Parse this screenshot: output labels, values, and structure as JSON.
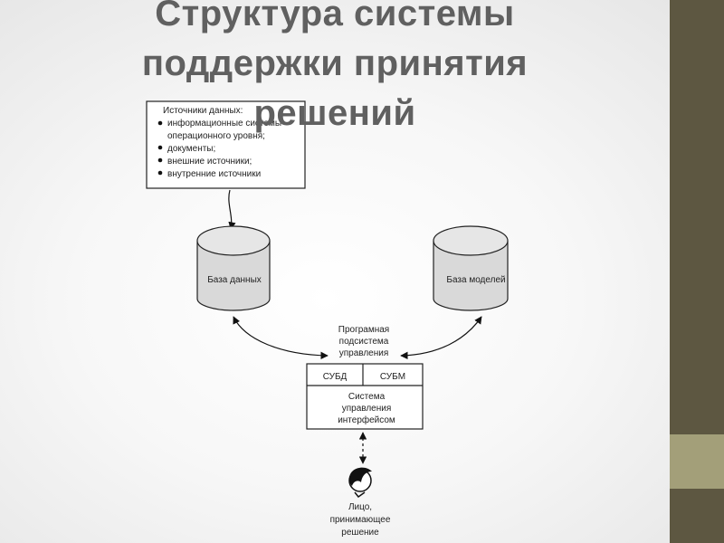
{
  "title": {
    "line1": "Структура системы",
    "line2": "поддержки принятия",
    "line3": "решений"
  },
  "sources_box": {
    "heading": "Источники данных:",
    "items": [
      "информационные системы",
      "операционного уровня;",
      "документы;",
      "внешние источники;",
      "внутренние источники"
    ]
  },
  "database_label": "База данных",
  "model_base_label": "База моделей",
  "control_subsystem": {
    "line1": "Програмная",
    "line2": "подсистема",
    "line3": "управления"
  },
  "dbms_label": "СУБД",
  "mbms_label": "СУБМ",
  "interface_system": {
    "line1": "Система",
    "line2": "управления",
    "line3": "интерфейсом"
  },
  "decision_maker": {
    "line1": "Лицо,",
    "line2": "принимающее",
    "line3": "решение"
  },
  "colors": {
    "sidebar_dark": "#5d5741",
    "sidebar_light": "#a39f79",
    "title": "#606060"
  }
}
